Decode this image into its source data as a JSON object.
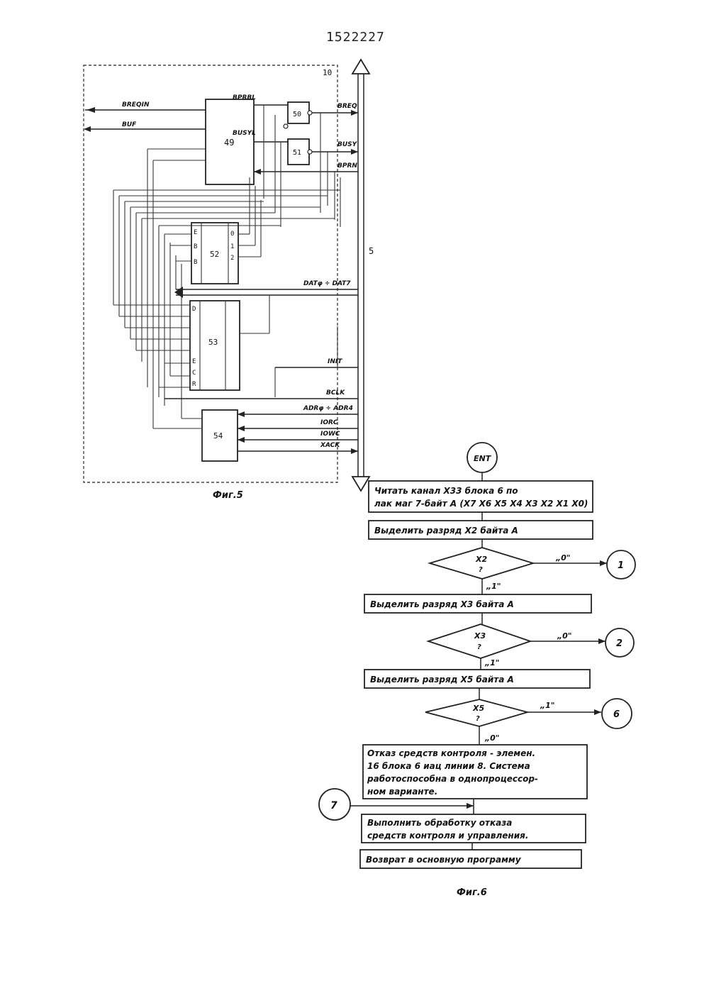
{
  "page_number": "1522227",
  "fig5": {
    "caption": "Фиг.5",
    "frame_label": "10",
    "bus_label": "5",
    "blocks": {
      "b49": "49",
      "b50": "50",
      "b51": "51",
      "b52": "52",
      "b53": "53",
      "b54": "54"
    },
    "b52_pins_left": [
      "E",
      "B",
      "B"
    ],
    "b52_pins_right": [
      "0",
      "1",
      "2"
    ],
    "b53_pins_left": [
      "D",
      "E",
      "C",
      "R"
    ],
    "signals": {
      "breqin": "BREQIN",
      "buf": "BUF",
      "bprbl": "BPRBL",
      "busyl": "BUSYL",
      "breq": "BREQ",
      "busy": "BUSY",
      "bprn": "BPRN",
      "dat": "DATφ ÷ DAT7",
      "init": "INIT",
      "bclk": "BCLK",
      "adr": "ADRφ ÷ ADR4",
      "iorc": "IORC",
      "iowc": "IOWC",
      "xack": "XACK"
    }
  },
  "fig6": {
    "caption": "Фиг.6",
    "start": "ENT",
    "steps": {
      "s1_line1": "Читать канал X33 блока 6 по",
      "s1_line2": "лак маг 7-байт А (X7 X6 X5 X4 X3 X2 X1 X0)",
      "s2": "Выделить разряд X2 байта А",
      "d1": "X2",
      "d1_sub": "?",
      "d1_yes": "„0\"",
      "d1_no": "„1\"",
      "c1": "1",
      "s3": "Выделить разряд X3 байта А",
      "d2": "X3",
      "d2_sub": "?",
      "d2_yes": "„0\"",
      "d2_no": "„1\"",
      "c2": "2",
      "s4": "Выделить разряд X5 байта А",
      "d3": "X5",
      "d3_sub": "?",
      "d3_yes": "„1\"",
      "d3_no": "„0\"",
      "c3": "6",
      "s5_line1": "Отказ средств контроля - элемен.",
      "s5_line2": "16 блока 6 иац линии 8. Система",
      "s5_line3": "работоспособна в однопроцессор-",
      "s5_line4": "ном варианте.",
      "c4": "7",
      "s6_line1": "Выполнить обработку отказа",
      "s6_line2": "средств контроля и управления.",
      "s7": "Возврат в основную программу"
    }
  }
}
